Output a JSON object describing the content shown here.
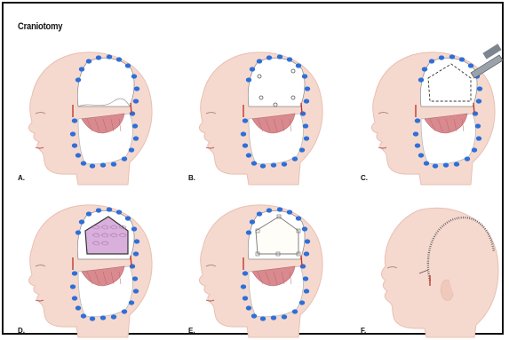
{
  "figure": {
    "title": "Craniotomy",
    "panels": [
      {
        "label": "A.",
        "step": "incision"
      },
      {
        "label": "B.",
        "step": "burr-holes"
      },
      {
        "label": "C.",
        "step": "saw-cuts"
      },
      {
        "label": "D.",
        "step": "bone-flap-removed"
      },
      {
        "label": "E.",
        "step": "flap-replaced"
      },
      {
        "label": "F.",
        "step": "closure"
      }
    ]
  },
  "colors": {
    "skin": "#f5d9cf",
    "skin_shadow": "#e8bfb2",
    "clip": "#2f6fd8",
    "muscle": "#d98a8f",
    "brain": "#d9b0dc",
    "incision": "#c0392b"
  }
}
